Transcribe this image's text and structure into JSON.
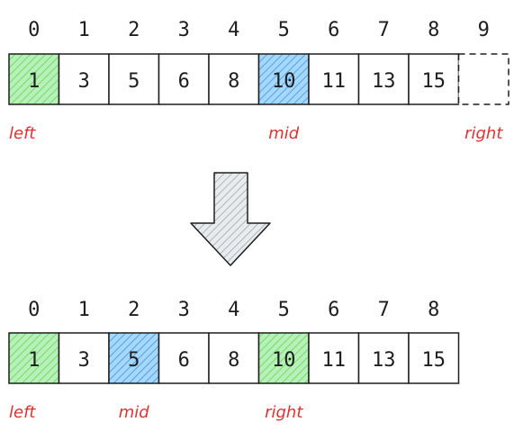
{
  "colors": {
    "stroke": "#1e1e1e",
    "left_fill": "#b2f2bb",
    "left_hatch": "#8fce5f",
    "mid_fill": "#a5d8ff",
    "mid_hatch": "#5c9ee0",
    "pointer": "#e03131",
    "arrow_fill": "#e9ecef",
    "arrow_hatch": "#adb5bd"
  },
  "top": {
    "indices": [
      "0",
      "1",
      "2",
      "3",
      "4",
      "5",
      "6",
      "7",
      "8",
      "9"
    ],
    "values": [
      "1",
      "3",
      "5",
      "6",
      "8",
      "10",
      "11",
      "13",
      "15",
      ""
    ],
    "left_index": 0,
    "mid_index": 5,
    "right_index": 9,
    "dashed_index": 9,
    "labels": {
      "left": "left",
      "mid": "mid",
      "right": "right"
    }
  },
  "bottom": {
    "indices": [
      "0",
      "1",
      "2",
      "3",
      "4",
      "5",
      "6",
      "7",
      "8"
    ],
    "values": [
      "1",
      "3",
      "5",
      "6",
      "8",
      "10",
      "11",
      "13",
      "15"
    ],
    "left_index": 0,
    "mid_index": 2,
    "right_index": 5,
    "labels": {
      "left": "left",
      "mid": "mid",
      "right": "right"
    }
  },
  "transition_icon": "down-arrow-icon"
}
